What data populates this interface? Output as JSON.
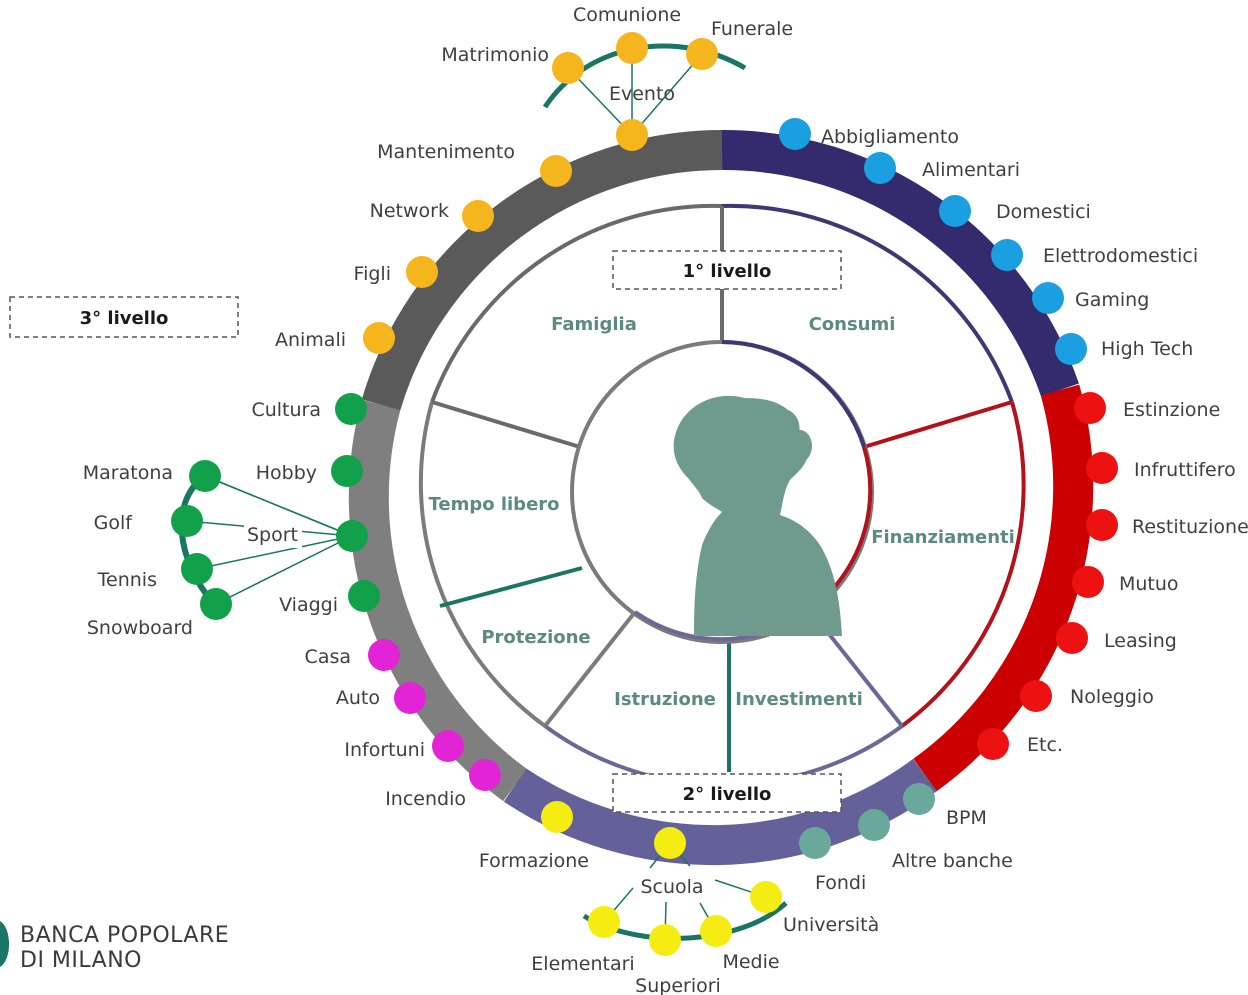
{
  "levels": {
    "level1": "1° livello",
    "level2": "2° livello",
    "level3": "3° livello"
  },
  "segments": {
    "famiglia": "Famiglia",
    "consumi": "Consumi",
    "finanziamenti": "Finanziamenti",
    "investimenti": "Investimenti",
    "istruzione": "Istruzione",
    "protezione": "Protezione",
    "tempo_libero": "Tempo libero"
  },
  "colors": {
    "famiglia": "#5a5a5a",
    "consumi": "#342a6e",
    "finanziamenti": "#cc0000",
    "istruzione_investimenti": "#63609a",
    "tempo_protezione": "#7f7f7f",
    "orange": "#f5b51c",
    "blue": "#1aa0e0",
    "red": "#ee1111",
    "green": "#11a14a",
    "magenta": "#e224d6",
    "yellow": "#f5ec12",
    "teal": "#6aa89b",
    "silhouette": "#6f9a8e",
    "connector": "#1a7565"
  },
  "items": {
    "famiglia": [
      "Mantenimento",
      "Network",
      "Figli",
      "Animali"
    ],
    "evento": {
      "label": "Evento",
      "sub": [
        "Matrimonio",
        "Comunione",
        "Funerale"
      ]
    },
    "consumi": [
      "Abbigliamento",
      "Alimentari",
      "Domestici",
      "Elettrodomestici",
      "Gaming",
      "High Tech"
    ],
    "finanziamenti": [
      "Estinzione",
      "Infruttifero",
      "Restituzione",
      "Mutuo",
      "Leasing",
      "Noleggio",
      "Etc."
    ],
    "investimenti": [
      "BPM",
      "Altre banche",
      "Fondi"
    ],
    "istruzione": [
      "Formazione"
    ],
    "scuola": {
      "label": "Scuola",
      "sub": [
        "Elementari",
        "Superiori",
        "Medie",
        "Università"
      ]
    },
    "tempo_libero": [
      "Cultura",
      "Hobby",
      "Viaggi"
    ],
    "sport": {
      "label": "Sport",
      "sub": [
        "Maratona",
        "Golf",
        "Tennis",
        "Snowboard"
      ]
    },
    "protezione": [
      "Casa",
      "Auto",
      "Infortuni",
      "Incendio"
    ]
  },
  "brand": {
    "line1": "BANCA POPOLARE",
    "line2": "DI MILANO"
  }
}
